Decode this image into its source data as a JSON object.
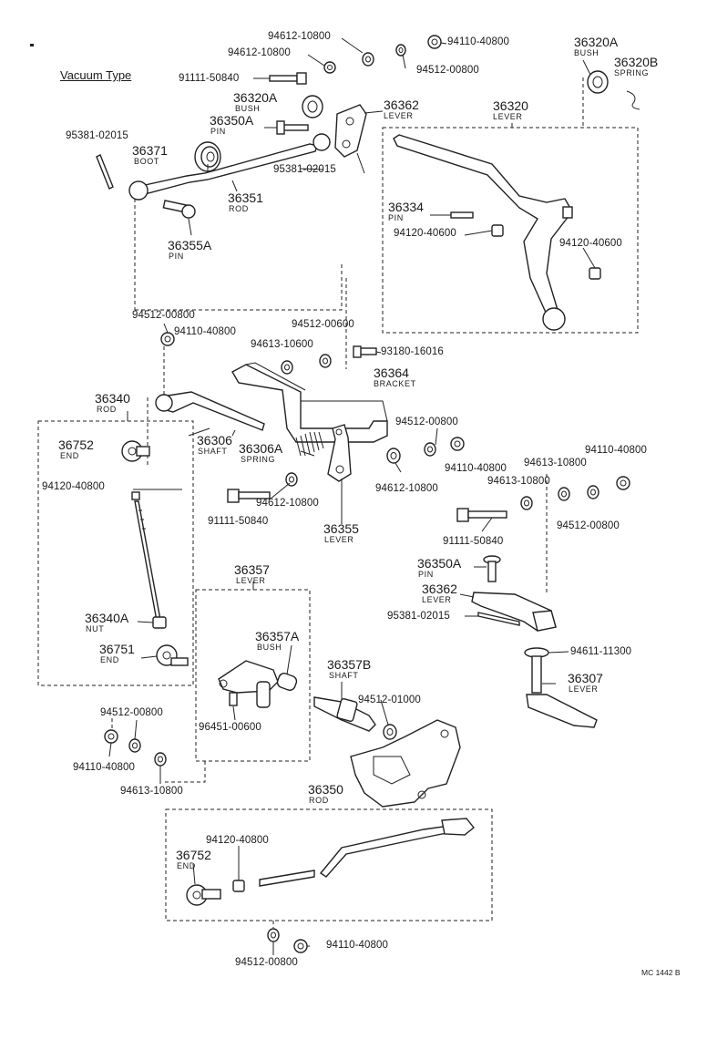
{
  "title": "Vacuum Type",
  "footer_code": "MC 1442 B",
  "callouts": [
    {
      "id": "c01",
      "text": "94612-10800"
    },
    {
      "id": "c02",
      "text": "94110-40800"
    },
    {
      "id": "c03",
      "text": "94612-10800"
    },
    {
      "id": "c04",
      "text": "94512-00800"
    },
    {
      "id": "c05",
      "text": "91111-50840"
    },
    {
      "id": "c06",
      "text": "36320A",
      "sub": "BUSH"
    },
    {
      "id": "c07",
      "text": "36320B",
      "sub": "SPRING"
    },
    {
      "id": "c08",
      "text": "36320A",
      "sub": "BUSH"
    },
    {
      "id": "c09",
      "text": "36362",
      "sub": "LEVER"
    },
    {
      "id": "c10",
      "text": "36320",
      "sub": "LEVER"
    },
    {
      "id": "c11",
      "text": "36350A",
      "sub": "PIN"
    },
    {
      "id": "c12",
      "text": "95381-02015"
    },
    {
      "id": "c13",
      "text": "36371",
      "sub": "BOOT"
    },
    {
      "id": "c14",
      "text": "95381-02015"
    },
    {
      "id": "c15",
      "text": "36351",
      "sub": "ROD"
    },
    {
      "id": "c16",
      "text": "36334",
      "sub": "PIN"
    },
    {
      "id": "c17",
      "text": "94120-40600"
    },
    {
      "id": "c18",
      "text": "94120-40600"
    },
    {
      "id": "c19",
      "text": "36355A",
      "sub": "PIN"
    },
    {
      "id": "c20",
      "text": "94512-00800"
    },
    {
      "id": "c21",
      "text": "94110-40800"
    },
    {
      "id": "c22",
      "text": "94512-00600"
    },
    {
      "id": "c23",
      "text": "94613-10600"
    },
    {
      "id": "c24",
      "text": "93180-16016"
    },
    {
      "id": "c25",
      "text": "36364",
      "sub": "BRACKET"
    },
    {
      "id": "c26",
      "text": "36340",
      "sub": "ROD"
    },
    {
      "id": "c27",
      "text": "36752",
      "sub": "END"
    },
    {
      "id": "c28",
      "text": "36306",
      "sub": "SHAFT"
    },
    {
      "id": "c29",
      "text": "36306A",
      "sub": "SPRING"
    },
    {
      "id": "c30",
      "text": "94512-00800"
    },
    {
      "id": "c31",
      "text": "94110-40800"
    },
    {
      "id": "c32",
      "text": "94110-40800"
    },
    {
      "id": "c33",
      "text": "94613-10800"
    },
    {
      "id": "c34",
      "text": "94613-10800"
    },
    {
      "id": "c35",
      "text": "94120-40800"
    },
    {
      "id": "c36",
      "text": "94612-10800"
    },
    {
      "id": "c37",
      "text": "94612-10800"
    },
    {
      "id": "c38",
      "text": "91111-50840"
    },
    {
      "id": "c39",
      "text": "36355",
      "sub": "LEVER"
    },
    {
      "id": "c40",
      "text": "94512-00800"
    },
    {
      "id": "c41",
      "text": "91111-50840"
    },
    {
      "id": "c42",
      "text": "36350A",
      "sub": "PIN"
    },
    {
      "id": "c43",
      "text": "36357",
      "sub": "LEVER"
    },
    {
      "id": "c44",
      "text": "36362",
      "sub": "LEVER"
    },
    {
      "id": "c45",
      "text": "95381-02015"
    },
    {
      "id": "c46",
      "text": "36340A",
      "sub": "NUT"
    },
    {
      "id": "c47",
      "text": "36357A",
      "sub": "BUSH"
    },
    {
      "id": "c48",
      "text": "94611-11300"
    },
    {
      "id": "c49",
      "text": "36751",
      "sub": "END"
    },
    {
      "id": "c50",
      "text": "36357B",
      "sub": "SHAFT"
    },
    {
      "id": "c51",
      "text": "36307",
      "sub": "LEVER"
    },
    {
      "id": "c52",
      "text": "94512-01000"
    },
    {
      "id": "c53",
      "text": "94512-00800"
    },
    {
      "id": "c54",
      "text": "96451-00600"
    },
    {
      "id": "c55",
      "text": "94110-40800"
    },
    {
      "id": "c56",
      "text": "94613-10800"
    },
    {
      "id": "c57",
      "text": "36350",
      "sub": "ROD"
    },
    {
      "id": "c58",
      "text": "94120-40800"
    },
    {
      "id": "c59",
      "text": "36752",
      "sub": "END"
    },
    {
      "id": "c60",
      "text": "94110-40800"
    },
    {
      "id": "c61",
      "text": "94512-00800"
    }
  ]
}
